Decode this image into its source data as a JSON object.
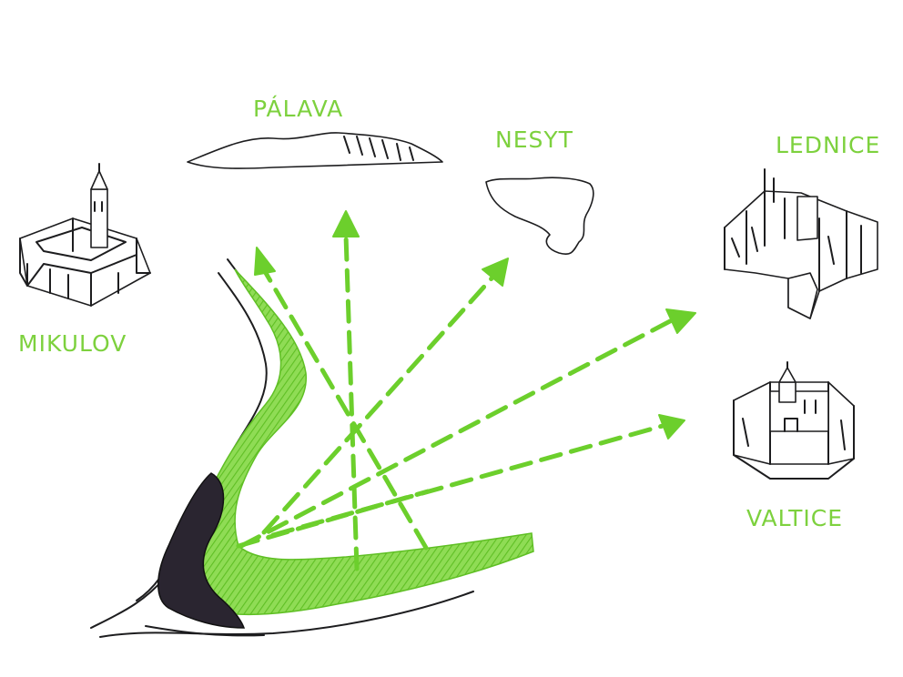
{
  "places": {
    "palava": "PÁLAVA",
    "nesyt": "NESYT",
    "lednice": "LEDNICE",
    "mikulov": "MIKULOV",
    "valtice": "VALTICE"
  },
  "colors": {
    "paper": "#ffffff",
    "ink": "#1d1d1f",
    "accent_green": "#7dd13e",
    "hatch_green": "#6ccf2c",
    "dark_wedge": "#2a2530"
  },
  "icons": {
    "mikulov": "castle-icon",
    "palava": "hill-silhouette-icon",
    "nesyt": "pond-outline-icon",
    "lednice": "chateau-icon",
    "valtice": "chateau-icon"
  }
}
